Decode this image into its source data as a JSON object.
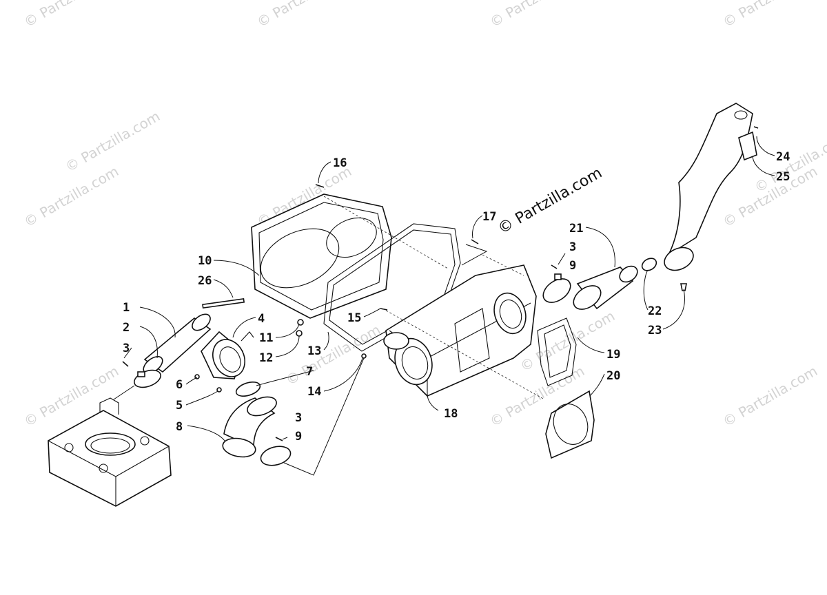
{
  "watermark_text": "© Partzilla.com",
  "callouts": [
    {
      "id": "1",
      "label": "1"
    },
    {
      "id": "2",
      "label": "2"
    },
    {
      "id": "3a",
      "label": "3"
    },
    {
      "id": "4",
      "label": "4"
    },
    {
      "id": "5",
      "label": "5"
    },
    {
      "id": "6",
      "label": "6"
    },
    {
      "id": "7",
      "label": "7"
    },
    {
      "id": "8",
      "label": "8"
    },
    {
      "id": "3b",
      "label": "3"
    },
    {
      "id": "9b",
      "label": "9"
    },
    {
      "id": "10",
      "label": "10"
    },
    {
      "id": "11",
      "label": "11"
    },
    {
      "id": "12",
      "label": "12"
    },
    {
      "id": "13",
      "label": "13"
    },
    {
      "id": "14",
      "label": "14"
    },
    {
      "id": "15",
      "label": "15"
    },
    {
      "id": "16",
      "label": "16"
    },
    {
      "id": "17",
      "label": "17"
    },
    {
      "id": "18",
      "label": "18"
    },
    {
      "id": "19",
      "label": "19"
    },
    {
      "id": "20",
      "label": "20"
    },
    {
      "id": "21",
      "label": "21"
    },
    {
      "id": "3c",
      "label": "3"
    },
    {
      "id": "9c",
      "label": "9"
    },
    {
      "id": "22",
      "label": "22"
    },
    {
      "id": "23",
      "label": "23"
    },
    {
      "id": "24",
      "label": "24"
    },
    {
      "id": "25",
      "label": "25"
    },
    {
      "id": "26",
      "label": "26"
    }
  ]
}
